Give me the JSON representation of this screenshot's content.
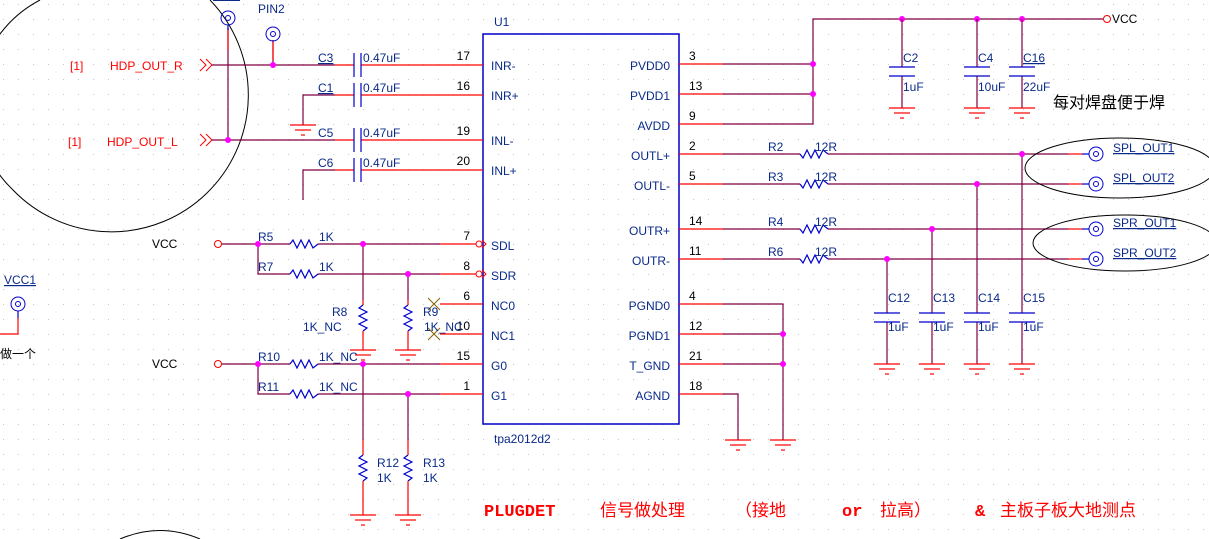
{
  "chip": {
    "refdes": "U1",
    "part": "tpa2012d2",
    "left_pins": [
      {
        "num": "17",
        "name": "INR-"
      },
      {
        "num": "16",
        "name": "INR+"
      },
      {
        "num": "19",
        "name": "INL-"
      },
      {
        "num": "20",
        "name": "INL+"
      },
      {
        "num": "7",
        "name": "SDL"
      },
      {
        "num": "8",
        "name": "SDR"
      },
      {
        "num": "6",
        "name": "NC0"
      },
      {
        "num": "10",
        "name": "NC1"
      },
      {
        "num": "15",
        "name": "G0"
      },
      {
        "num": "1",
        "name": "G1"
      }
    ],
    "right_pins": [
      {
        "num": "3",
        "name": "PVDD0"
      },
      {
        "num": "13",
        "name": "PVDD1"
      },
      {
        "num": "9",
        "name": "AVDD"
      },
      {
        "num": "2",
        "name": "OUTL+"
      },
      {
        "num": "5",
        "name": "OUTL-"
      },
      {
        "num": "14",
        "name": "OUTR+"
      },
      {
        "num": "11",
        "name": "OUTR-"
      },
      {
        "num": "4",
        "name": "PGND0"
      },
      {
        "num": "12",
        "name": "PGND1"
      },
      {
        "num": "21",
        "name": "T_GND"
      },
      {
        "num": "18",
        "name": "AGND"
      }
    ]
  },
  "inputs": {
    "hdp_r": {
      "sheet": "[1]",
      "net": "HDP_OUT_R"
    },
    "hdp_l": {
      "sheet": "[1]",
      "net": "HDP_OUT_L"
    },
    "test_pin": "PIN2"
  },
  "input_caps": [
    {
      "ref": "C3",
      "value": "0.47uF"
    },
    {
      "ref": "C1",
      "value": "0.47uF"
    },
    {
      "ref": "C5",
      "value": "0.47uF"
    },
    {
      "ref": "C6",
      "value": "0.47uF"
    }
  ],
  "power": {
    "vcc_label": "VCC",
    "vcc1_label": "VCC1",
    "caps": [
      {
        "ref": "C2",
        "value": "1uF"
      },
      {
        "ref": "C4",
        "value": "10uF"
      },
      {
        "ref": "C16",
        "value": "22uF"
      }
    ]
  },
  "control": {
    "vcc_top": "VCC",
    "vcc_bottom": "VCC",
    "resistors": [
      {
        "ref": "R5",
        "value": "1K"
      },
      {
        "ref": "R7",
        "value": "1K"
      },
      {
        "ref": "R8",
        "value": "1K_NC"
      },
      {
        "ref": "R9",
        "value": "1K_NC"
      },
      {
        "ref": "R10",
        "value": "1K_NC"
      },
      {
        "ref": "R11",
        "value": "1K_NC"
      },
      {
        "ref": "R12",
        "value": "1K"
      },
      {
        "ref": "R13",
        "value": "1K"
      }
    ]
  },
  "outputs": {
    "resistors": [
      {
        "ref": "R2",
        "value": "12R"
      },
      {
        "ref": "R3",
        "value": "12R"
      },
      {
        "ref": "R4",
        "value": "12R"
      },
      {
        "ref": "R6",
        "value": "12R"
      }
    ],
    "caps": [
      {
        "ref": "C12",
        "value": "1uF"
      },
      {
        "ref": "C13",
        "value": "1uF"
      },
      {
        "ref": "C14",
        "value": "1uF"
      },
      {
        "ref": "C15",
        "value": "1uF"
      }
    ],
    "pads": [
      "SPL_OUT1",
      "SPL_OUT2",
      "SPR_OUT1",
      "SPR_OUT2"
    ]
  },
  "notes": {
    "pad_note": "每对焊盘便于焊",
    "left_note": "做一个",
    "bottom_note_en": "PLUGDET",
    "bottom_note_cn1": "信号做处理",
    "bottom_note_cn2": "（接地",
    "bottom_note_or": "or",
    "bottom_note_cn3": "拉高）",
    "bottom_note_amp": "&",
    "bottom_note_cn4": "主板子板大地测点"
  }
}
